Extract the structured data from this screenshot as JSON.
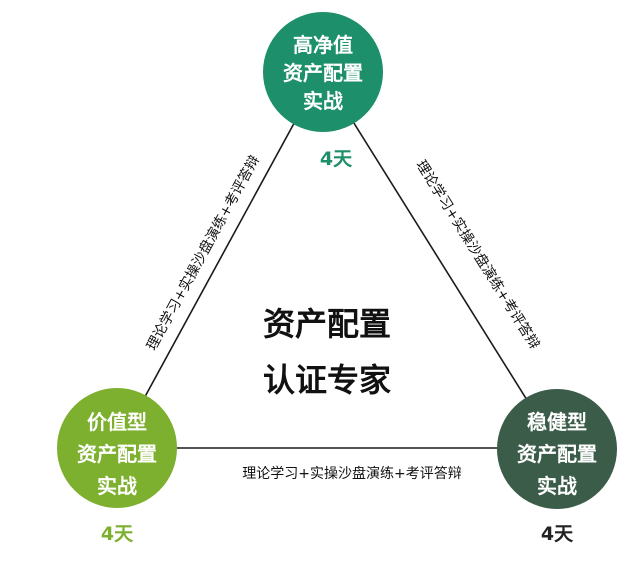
{
  "nodes": {
    "top": {
      "lines": [
        "高净值",
        "资产配置",
        "实战"
      ],
      "duration": "4天",
      "color": "#1d8f6a"
    },
    "left": {
      "lines": [
        "价值型",
        "资产配置",
        "实战"
      ],
      "duration": "4天",
      "color": "#7db02e"
    },
    "right": {
      "lines": [
        "稳健型",
        "资产配置",
        "实战"
      ],
      "duration": "4天",
      "color": "#3b5c49"
    }
  },
  "edges": {
    "left_label": "理论学习+实操沙盘演练+考评答辩",
    "right_label": "理论学习+实操沙盘演练+考评答辩",
    "bottom_label": "理论学习+实操沙盘演练+考评答辩"
  },
  "center": {
    "line1": "资产配置",
    "line2": "认证专家"
  },
  "colors": {
    "duration_dark": "#222222"
  }
}
